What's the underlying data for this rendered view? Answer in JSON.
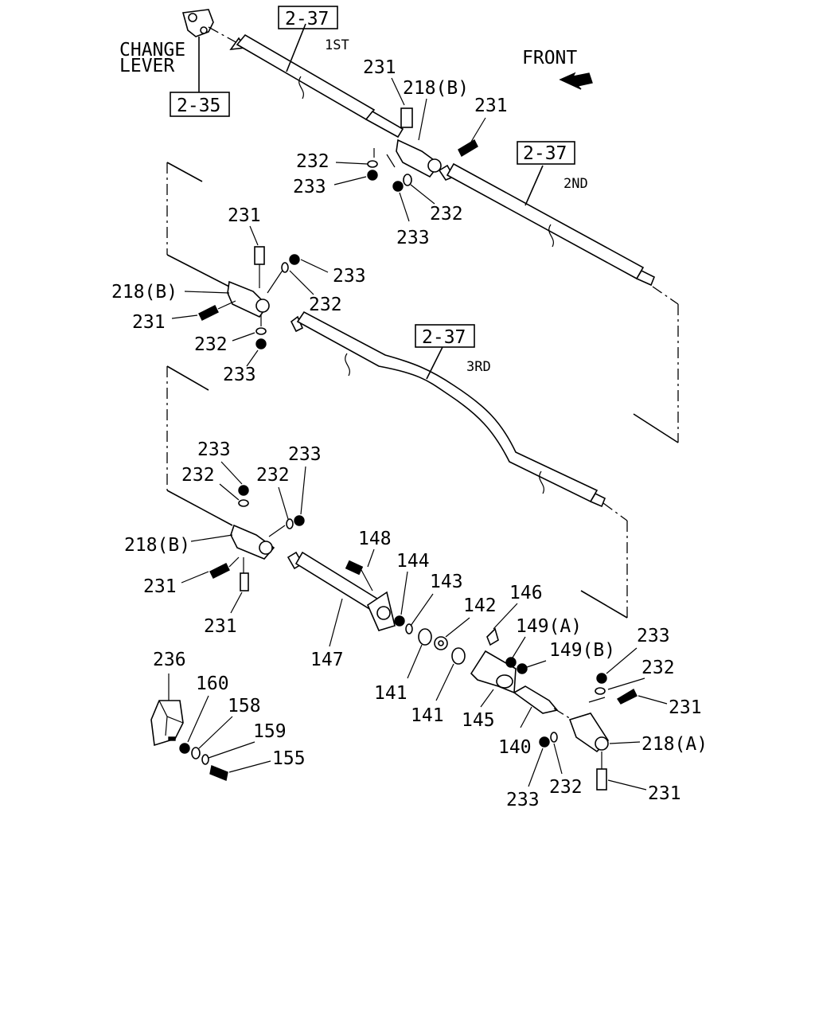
{
  "diagram": {
    "refs": {
      "rod_1st_ref": "2-37",
      "rod_2nd_ref": "2-37",
      "rod_3rd_ref": "2-37",
      "lever_ref": "2-35"
    },
    "annotations": {
      "change_lever_line1": "CHANGE",
      "change_lever_line2": "LEVER",
      "front": "FRONT",
      "rod_1st": "1ST",
      "rod_2nd": "2ND",
      "rod_3rd": "3RD"
    },
    "callouts": {
      "c1_231a": "231",
      "c1_218b": "218(B)",
      "c1_231b": "231",
      "c1_232a": "232",
      "c1_233a": "233",
      "c1_232b": "232",
      "c1_233b": "233",
      "c2_231a": "231",
      "c2_233a": "233",
      "c2_218b": "218(B)",
      "c2_232a": "232",
      "c2_231b": "231",
      "c2_232b": "232",
      "c2_233b": "233",
      "c3_233a": "233",
      "c3_233b": "233",
      "c3_232a": "232",
      "c3_232b": "232",
      "c3_218b": "218(B)",
      "c3_231a": "231",
      "c3_231b": "231",
      "p148": "148",
      "p144": "144",
      "p143": "143",
      "p146": "146",
      "p142": "142",
      "p149a": "149(A)",
      "p149b": "149(B)",
      "p147": "147",
      "p141a": "141",
      "p141b": "141",
      "p145": "145",
      "p140": "140",
      "c4_233a": "233",
      "c4_232a": "232",
      "c4_231a": "231",
      "c4_218a": "218(A)",
      "c4_233b": "233",
      "c4_232b": "232",
      "c4_231b": "231",
      "p236": "236",
      "p160": "160",
      "p158": "158",
      "p159": "159",
      "p155": "155"
    }
  }
}
